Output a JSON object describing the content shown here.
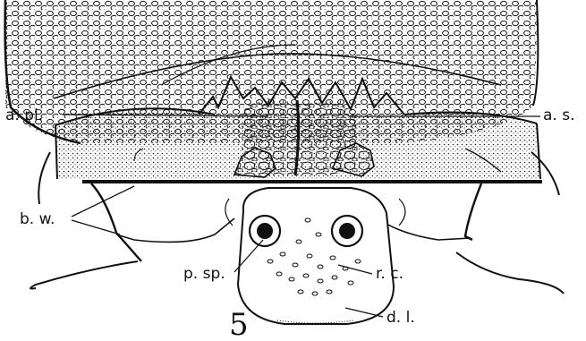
{
  "figure": {
    "number": "5",
    "labels": {
      "a_pl": "a. pl.",
      "a_s": "a. s.",
      "b_w": "b. w.",
      "p_sp": "p. sp.",
      "r_c": "r. c.",
      "d_l": "d. l."
    }
  },
  "colors": {
    "ink": "#111111",
    "paper": "#ffffff",
    "stipple": "#e6e6e6"
  }
}
